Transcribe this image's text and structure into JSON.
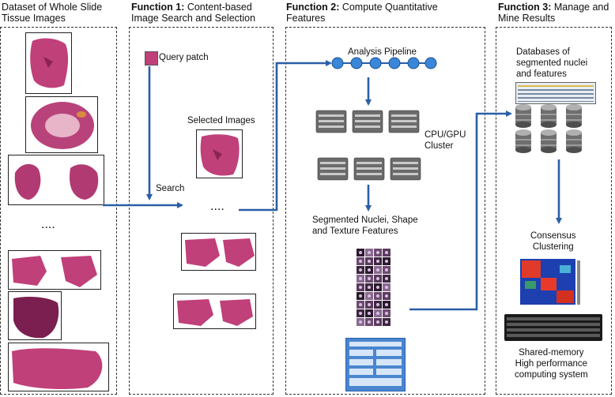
{
  "panels": {
    "dataset": {
      "title_line1": "Dataset of Whole Slide",
      "title_line2": "Tissue Images",
      "ellipsis": "...."
    },
    "function1": {
      "title_bold": "Function 1:",
      "title_rest": " Content-based",
      "title_line2": "Image Search and Selection",
      "query_label": "Query patch",
      "search_label": "Search",
      "selected_label": "Selected Images",
      "ellipsis": "...."
    },
    "function2": {
      "title_bold": "Function 2:",
      "title_rest": " Compute Quantitative",
      "title_line2": "Features",
      "pipeline_label": "Analysis Pipeline",
      "cluster_line1": "CPU/GPU",
      "cluster_line2": "Cluster",
      "segmented_line1": "Segmented Nuclei, Shape",
      "segmented_line2": "and Texture Features"
    },
    "function3": {
      "title_bold": "Function 3:",
      "title_rest": " Manage and",
      "title_line2": "Mine Results",
      "db_line1": "Databases of",
      "db_line2": "segmented nuclei",
      "db_line3": "and features",
      "consensus_line1": "Consensus",
      "consensus_line2": "Clustering",
      "hpc_line1": "Shared-memory",
      "hpc_line2": "High performance",
      "hpc_line3": "computing system"
    }
  },
  "colors": {
    "arrow": "#2a5ea8",
    "tissue_pink": "#c0407a",
    "tissue_dark": "#7a1f4f",
    "node": "#3a86d8"
  },
  "icons": [
    "tissue-slide-image",
    "server-icon",
    "database-icon",
    "heatmap-icon",
    "hpc-rack-icon",
    "nuclei-grid-icon",
    "pipeline-node-icon"
  ]
}
